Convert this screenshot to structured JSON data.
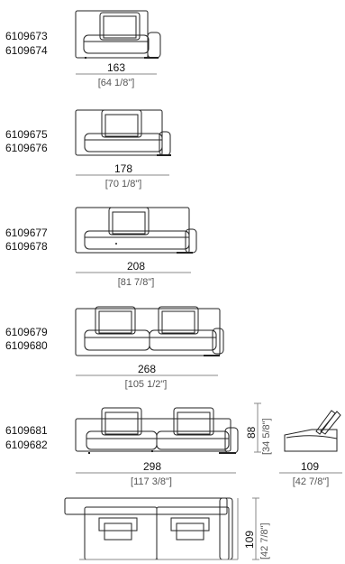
{
  "models": [
    {
      "codes": [
        "6109673",
        "6109674"
      ],
      "width_cm": "163",
      "width_in": "[64 1/8\"]"
    },
    {
      "codes": [
        "6109675",
        "6109676"
      ],
      "width_cm": "178",
      "width_in": "[70 1/8\"]"
    },
    {
      "codes": [
        "6109677",
        "6109678"
      ],
      "width_cm": "208",
      "width_in": "[81 7/8\"]"
    },
    {
      "codes": [
        "6109679",
        "6109680"
      ],
      "width_cm": "268",
      "width_in": "[105 1/2\"]"
    },
    {
      "codes": [
        "6109681",
        "6109682"
      ],
      "width_cm": "298",
      "width_in": "[117 3/8\"]"
    }
  ],
  "height": {
    "cm": "88",
    "in": "[34 5/8\"]"
  },
  "side_depth": {
    "cm": "109",
    "in": "[42 7/8\"]"
  },
  "plan_depth": {
    "cm": "109",
    "in": "[42 7/8\"]"
  }
}
